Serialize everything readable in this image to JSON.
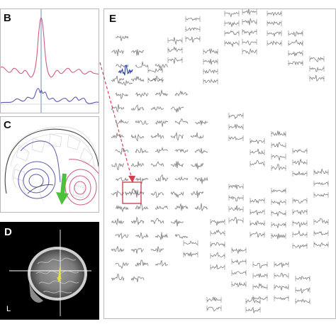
{
  "panels": {
    "b": {
      "label": "B"
    },
    "c": {
      "label": "C"
    },
    "d": {
      "label": "D",
      "orientation": "L"
    },
    "e": {
      "label": "E"
    }
  },
  "colors": {
    "pink_trace": "#d25a82",
    "blue_trace": "#5a5ab4",
    "axis_line": "#6a8fb0",
    "waveform_gray": "#7f7f7f",
    "selected_waveform_blue": "#2a3aa0",
    "highlight_box": "#c23a48",
    "dashed_arrow": "#d04050",
    "green_arrow": "#4cc23c",
    "mri_marker": "#e8e040"
  },
  "icons": [
    "green-dipole-arrow",
    "red-dashed-connector-arrow",
    "yellow-source-marker"
  ]
}
